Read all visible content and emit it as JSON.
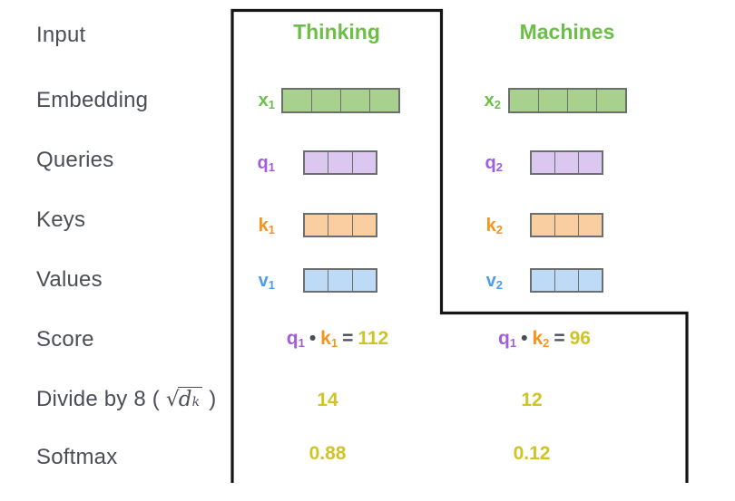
{
  "colors": {
    "green": "#6bbf47",
    "green_fill": "#a9d18e",
    "purple": "#a05edb",
    "purple_fill": "#dcc7f1",
    "orange": "#f7941d",
    "orange_fill": "#f9cfa1",
    "blue": "#4a9df0",
    "blue_fill": "#bddaf7",
    "yellow": "#cec428",
    "label_text": "#4b4e57",
    "operator": "#4a4d55",
    "cell_border": "#6b6f6d",
    "outline": "#161616"
  },
  "row_labels": {
    "input": "Input",
    "embedding": "Embedding",
    "queries": "Queries",
    "keys": "Keys",
    "values": "Values",
    "score": "Score",
    "divide_prefix": "Divide by 8 ( ",
    "divide_radical": "√",
    "divide_radicand": "d",
    "divide_radicand_sub": "k",
    "divide_suffix": " )",
    "softmax": "Softmax"
  },
  "columns": [
    {
      "header": "Thinking",
      "embedding": {
        "label": "x",
        "sub": "1",
        "cells": 4
      },
      "query": {
        "label": "q",
        "sub": "1",
        "cells": 3
      },
      "key": {
        "label": "k",
        "sub": "1",
        "cells": 3
      },
      "value": {
        "label": "v",
        "sub": "1",
        "cells": 3
      },
      "score": {
        "q": "q",
        "q_sub": "1",
        "dot": "•",
        "k": "k",
        "k_sub": "1",
        "eq": "=",
        "result": "112"
      },
      "divide_result": "14",
      "softmax_result": "0.88"
    },
    {
      "header": "Machines",
      "embedding": {
        "label": "x",
        "sub": "2",
        "cells": 4
      },
      "query": {
        "label": "q",
        "sub": "2",
        "cells": 3
      },
      "key": {
        "label": "k",
        "sub": "2",
        "cells": 3
      },
      "value": {
        "label": "v",
        "sub": "2",
        "cells": 3
      },
      "score": {
        "q": "q",
        "q_sub": "1",
        "dot": "•",
        "k": "k",
        "k_sub": "2",
        "eq": "=",
        "result": "96"
      },
      "divide_result": "12",
      "softmax_result": "0.12"
    }
  ]
}
